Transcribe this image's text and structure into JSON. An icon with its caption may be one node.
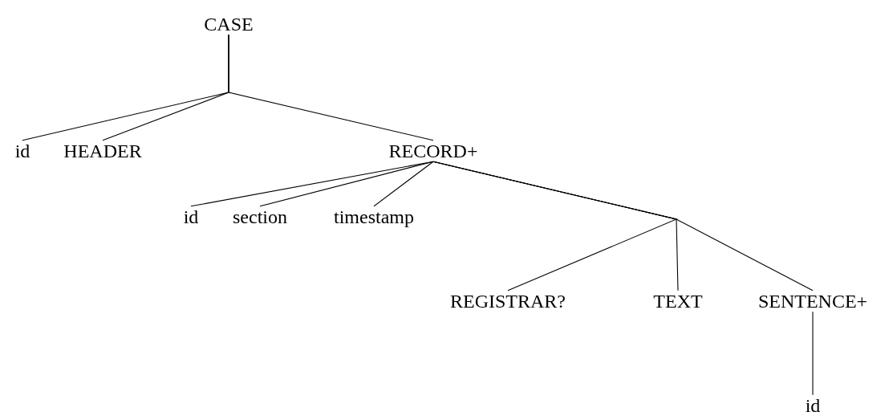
{
  "diagram": {
    "nodes": [
      {
        "text": [
          "CASE"
        ]
      },
      {
        "text": [
          "id"
        ]
      },
      {
        "text": [
          "HEADER"
        ]
      },
      {
        "text": [
          "RECORD+"
        ]
      },
      {
        "text": [
          "id"
        ]
      },
      {
        "text": [
          "section"
        ]
      },
      {
        "text": [
          "timestamp"
        ]
      },
      {
        "text": [
          "REGISTRAR?"
        ]
      },
      {
        "text": [
          "TEXT"
        ]
      },
      {
        "text": [
          "SENTENCE+"
        ]
      },
      {
        "text": [
          "id"
        ]
      }
    ],
    "edges": [
      {
        "from": 0,
        "to": 1,
        "arrow": "none"
      },
      {
        "from": 0,
        "to": 2,
        "arrow": "none"
      },
      {
        "from": 0,
        "to": 3,
        "arrow": "none"
      },
      {
        "from": 3,
        "to": 4,
        "arrow": "none"
      },
      {
        "from": 3,
        "to": 5,
        "arrow": "none"
      },
      {
        "from": 3,
        "to": 6,
        "arrow": "none"
      },
      {
        "from": 3,
        "to": 7,
        "arrow": "none"
      },
      {
        "from": 3,
        "to": 8,
        "arrow": "none"
      },
      {
        "from": 3,
        "to": 9,
        "arrow": "none"
      },
      {
        "from": 9,
        "to": 10,
        "arrow": "none"
      }
    ]
  }
}
